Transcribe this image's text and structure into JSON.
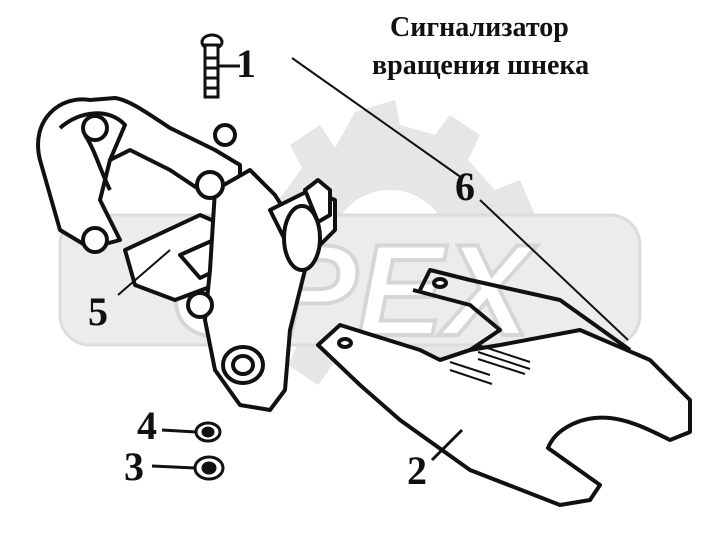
{
  "title": {
    "line1": "Сигнализатор",
    "line2": "вращения шнека"
  },
  "watermark": {
    "text": "OPEX",
    "color": "#e2e2e2"
  },
  "callouts": {
    "c1": "1",
    "c2": "2",
    "c3": "3",
    "c4": "4",
    "c5": "5",
    "c6": "6"
  },
  "colors": {
    "ink": "#111111",
    "background": "#ffffff"
  }
}
